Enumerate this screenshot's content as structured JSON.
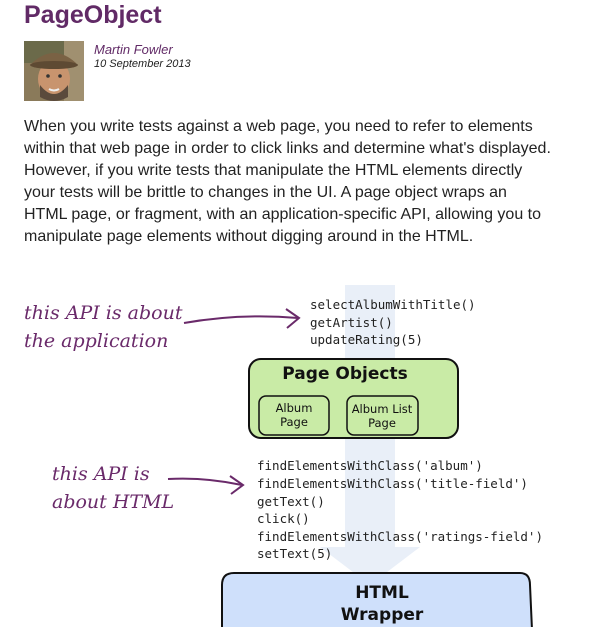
{
  "article": {
    "title": "PageObject",
    "author": "Martin Fowler",
    "date": "10 September 2013",
    "intro": "When you write tests against a web page, you need to refer to elements within that web page in order to click links and determine what's displayed. However, if you write tests that manipulate the HTML elements directly your tests will be brittle to changes in the UI. A page object wraps an HTML page, or fragment, with an application-specific API, allowing you to manipulate page elements without digging around in the HTML."
  },
  "diagram": {
    "app_note": [
      "this API is about",
      "the application"
    ],
    "app_api": [
      "selectAlbumWithTitle()",
      "getArtist()",
      "updateRating(5)"
    ],
    "page_objects": {
      "title": "Page Objects",
      "box1": [
        "Album",
        "Page"
      ],
      "box2": [
        "Album List",
        "Page"
      ]
    },
    "html_note": [
      "this API is",
      "about HTML"
    ],
    "html_api": [
      "findElementsWithClass('album')",
      "findElementsWithClass('title-field')",
      "getText()",
      "click()",
      "findElementsWithClass('ratings-field')",
      "setText(5)"
    ],
    "wrapper": [
      "HTML",
      "Wrapper"
    ]
  },
  "colors": {
    "title": "#612a66",
    "page_objects_fill": "#c9eba6",
    "wrapper_fill": "#cfe0fb",
    "arrow_bg": "#e9eff8",
    "annotation": "#6a2a6a"
  }
}
